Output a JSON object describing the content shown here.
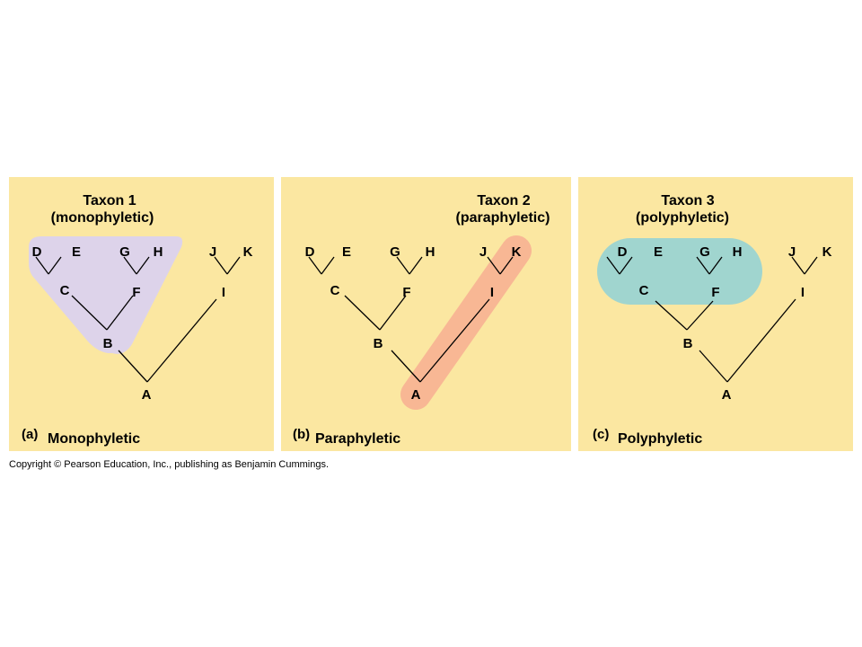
{
  "panels": [
    {
      "id": "a",
      "taxon_title": "Taxon 1",
      "taxon_type": "(monophyletic)",
      "caption_letter": "(a)",
      "caption": "Monophyletic",
      "highlight_color": "#ddd3ea",
      "highlighted_nodes": [
        "D",
        "E",
        "G",
        "H",
        "C",
        "F",
        "B"
      ]
    },
    {
      "id": "b",
      "taxon_title": "Taxon 2",
      "taxon_type": "(paraphyletic)",
      "caption_letter": "(b)",
      "caption": "Paraphyletic",
      "highlight_color": "#f8b794",
      "highlighted_nodes": [
        "K",
        "I",
        "A"
      ]
    },
    {
      "id": "c",
      "taxon_title": "Taxon 3",
      "taxon_type": "(polyphyletic)",
      "caption_letter": "(c)",
      "caption": "Polyphyletic",
      "highlight_color": "#a0d5cf",
      "highlighted_nodes": [
        "D",
        "E",
        "G",
        "H",
        "C",
        "F"
      ]
    }
  ],
  "tree": {
    "leaves": [
      "D",
      "E",
      "G",
      "H",
      "J",
      "K"
    ],
    "internal": [
      "C",
      "F",
      "I",
      "B",
      "A"
    ],
    "edges": [
      [
        "C",
        "D"
      ],
      [
        "C",
        "E"
      ],
      [
        "F",
        "G"
      ],
      [
        "F",
        "H"
      ],
      [
        "I",
        "J"
      ],
      [
        "I",
        "K"
      ],
      [
        "B",
        "C"
      ],
      [
        "B",
        "F"
      ],
      [
        "A",
        "B"
      ],
      [
        "A",
        "I"
      ]
    ]
  },
  "copyright": "Copyright © Pearson Education, Inc., publishing as Benjamin Cummings."
}
